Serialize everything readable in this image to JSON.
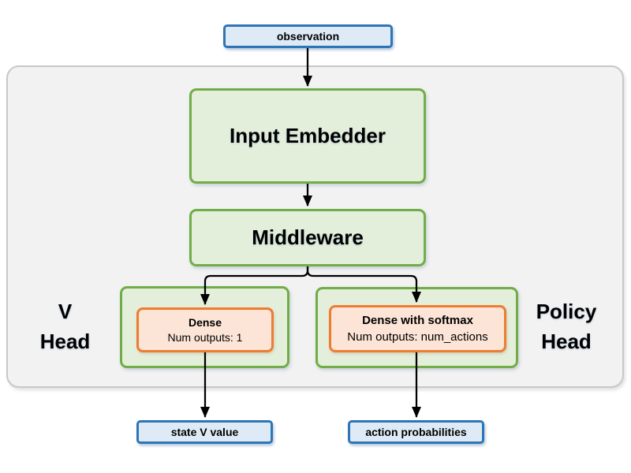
{
  "nodes": {
    "observation": {
      "label": "observation"
    },
    "input_embedder": {
      "label": "Input Embedder"
    },
    "middleware": {
      "label": "Middleware"
    },
    "v_head_label": {
      "line1": "V",
      "line2": "Head"
    },
    "policy_head_label": {
      "line1": "Policy",
      "line2": "Head"
    },
    "v_dense": {
      "title": "Dense",
      "subtitle": "Num outputs: 1"
    },
    "policy_dense": {
      "title": "Dense with softmax",
      "subtitle": "Num outputs: num_actions"
    },
    "state_v_value": {
      "label": "state V value"
    },
    "action_probabilities": {
      "label": "action probabilities"
    }
  },
  "colors": {
    "io_fill": "#DEEBF7",
    "io_border": "#2E75B6",
    "block_fill": "#E4EFDB",
    "block_border": "#70AD47",
    "dense_fill": "#FCE4D6",
    "dense_border": "#ED7D31",
    "container_fill": "#F2F2F2",
    "container_border": "#C8C8C8",
    "arrow": "#000000",
    "text": "#000000"
  }
}
